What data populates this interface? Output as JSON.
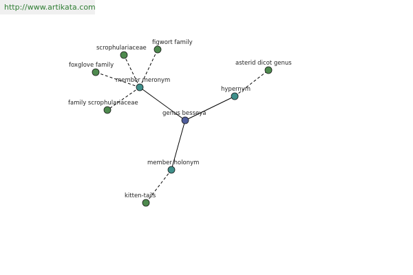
{
  "header": {
    "url": "http://www.artikata.com"
  },
  "colors": {
    "center": "#4f5d9c",
    "relation": "#3f8f8a",
    "leaf": "#4e8a4e",
    "edge": "#000000"
  },
  "graph": {
    "nodes": [
      {
        "id": "genus-besseya",
        "label": "genus besseya",
        "kind": "center"
      },
      {
        "id": "member-meronym",
        "label": "member meronym",
        "kind": "relation"
      },
      {
        "id": "hypernym",
        "label": "hypernym",
        "kind": "relation"
      },
      {
        "id": "member-holonym",
        "label": "member holonym",
        "kind": "relation"
      },
      {
        "id": "scrophulariaceae",
        "label": "scrophulariaceae",
        "kind": "leaf"
      },
      {
        "id": "figwort-family",
        "label": "figwort family",
        "kind": "leaf"
      },
      {
        "id": "foxglove-family",
        "label": "foxglove family",
        "kind": "leaf"
      },
      {
        "id": "family-scrophulariaceae",
        "label": "family scrophulariaceae",
        "kind": "leaf"
      },
      {
        "id": "asterid-dicot-genus",
        "label": "asterid dicot genus",
        "kind": "leaf"
      },
      {
        "id": "kitten-tails",
        "label": "kitten-tails",
        "kind": "leaf"
      }
    ],
    "edges": [
      {
        "from": "genus-besseya",
        "to": "member-meronym",
        "style": "solid"
      },
      {
        "from": "genus-besseya",
        "to": "hypernym",
        "style": "solid"
      },
      {
        "from": "genus-besseya",
        "to": "member-holonym",
        "style": "solid"
      },
      {
        "from": "member-meronym",
        "to": "scrophulariaceae",
        "style": "dashed"
      },
      {
        "from": "member-meronym",
        "to": "figwort-family",
        "style": "dashed"
      },
      {
        "from": "member-meronym",
        "to": "foxglove-family",
        "style": "dashed"
      },
      {
        "from": "member-meronym",
        "to": "family-scrophulariaceae",
        "style": "dashed"
      },
      {
        "from": "hypernym",
        "to": "asterid-dicot-genus",
        "style": "dashed"
      },
      {
        "from": "member-holonym",
        "to": "kitten-tails",
        "style": "dashed"
      }
    ]
  }
}
